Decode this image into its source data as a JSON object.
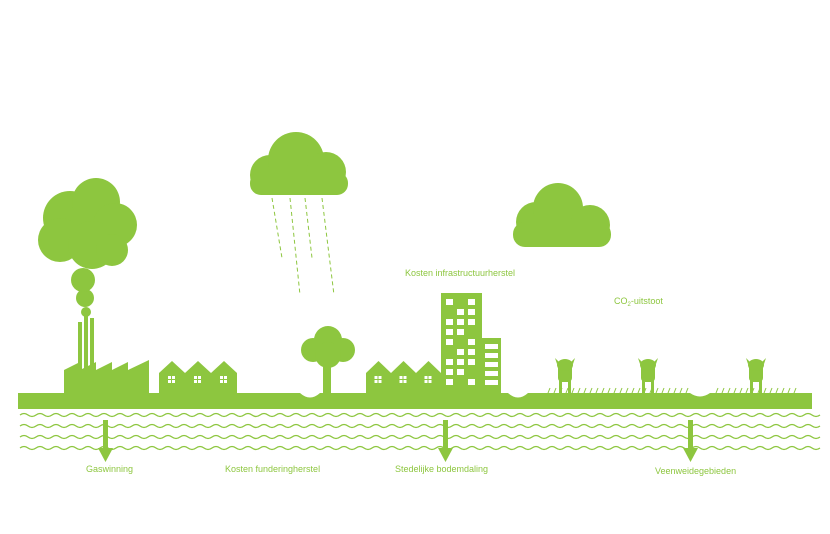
{
  "colors": {
    "green": "#8dc63f",
    "white": "#ffffff"
  },
  "labels": {
    "gaswinning": "Gaswinning",
    "funderingsherstel": "Kosten funderingherstel",
    "stedelijke_bodemdaling": "Stedelijke bodemdaling",
    "veenweidegebieden": "Veenweidegebieden",
    "infrastructuurherstel": "Kosten infrastructuurherstel",
    "co2_prefix": "CO",
    "co2_sub": "2",
    "co2_suffix": "-uitstoot"
  }
}
